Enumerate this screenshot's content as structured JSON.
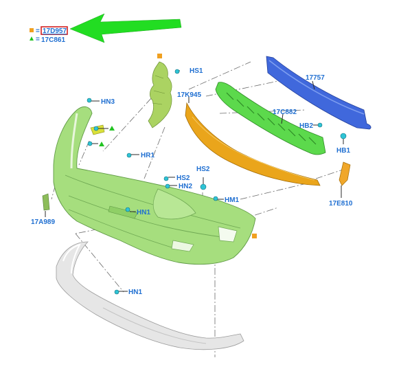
{
  "legend": {
    "square_code": "17D957",
    "triangle_code": "17C861",
    "square_color": "#f0a020",
    "triangle_color": "#22c322",
    "highlight_color": "#d42020",
    "arrow_color": "#22dd22"
  },
  "labels": {
    "hs1": "HS1",
    "hn3": "HN3",
    "hr1": "HR1",
    "hs2_top": "HS2",
    "hs2": "HS2",
    "hn2": "HN2",
    "hm1": "HM1",
    "hn1_upper": "HN1",
    "hn1_lower": "HN1",
    "hb2": "HB2",
    "hb1": "HB1",
    "p17757": "17757",
    "p17k945": "17K945",
    "p17c882": "17C882",
    "p17e810": "17E810",
    "p17a989": "17A989"
  },
  "colors": {
    "label": "#1f6fd1",
    "reinforcement": "#3a63d8",
    "absorber": "#56d94a",
    "grille": "#e8a21a",
    "bumper_cover": "#9fdc78",
    "lower_lip": "#dedede",
    "bracket": "#a7d35a"
  }
}
